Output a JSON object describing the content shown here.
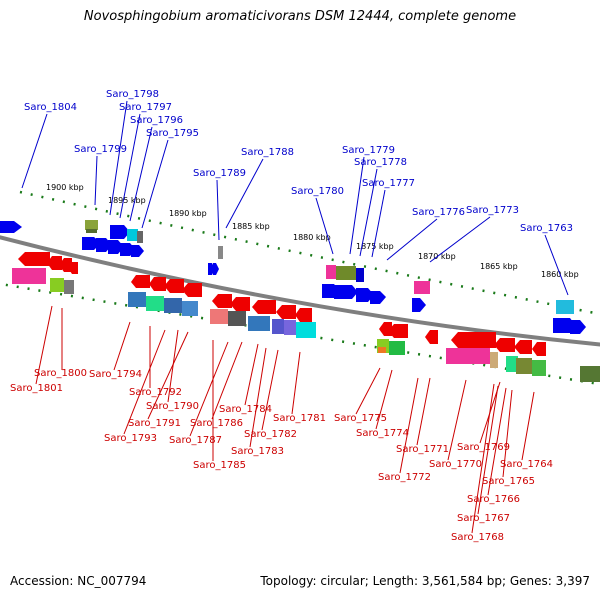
{
  "title": "Novosphingobium aromaticivorans DSM 12444, complete genome",
  "accession": "Accession: NC_007794",
  "summary": "Topology: circular; Length: 3,561,584 bp; Genes: 3,397",
  "colors": {
    "top_label": "#0000cc",
    "bottom_label": "#cc0000",
    "backbone": "#808080",
    "tick": "#1a7a1a"
  },
  "kbp_marks": [
    "1900 kbp",
    "1895 kbp",
    "1890 kbp",
    "1885 kbp",
    "1880 kbp",
    "1875 kbp",
    "1870 kbp",
    "1865 kbp",
    "1860 kbp"
  ],
  "top_genes": [
    "Saro_1804",
    "Saro_1798",
    "Saro_1797",
    "Saro_1796",
    "Saro_1795",
    "Saro_1799",
    "Saro_1788",
    "Saro_1789",
    "Saro_1779",
    "Saro_1778",
    "Saro_1777",
    "Saro_1780",
    "Saro_1776",
    "Saro_1773",
    "Saro_1763"
  ],
  "bottom_genes": [
    "Saro_1800",
    "Saro_1801",
    "Saro_1794",
    "Saro_1792",
    "Saro_1790",
    "Saro_1791",
    "Saro_1793",
    "Saro_1784",
    "Saro_1786",
    "Saro_1787",
    "Saro_1785",
    "Saro_1781",
    "Saro_1782",
    "Saro_1783",
    "Saro_1775",
    "Saro_1774",
    "Saro_1771",
    "Saro_1772",
    "Saro_1769",
    "Saro_1770",
    "Saro_1764",
    "Saro_1765",
    "Saro_1766",
    "Saro_1767",
    "Saro_1768"
  ]
}
